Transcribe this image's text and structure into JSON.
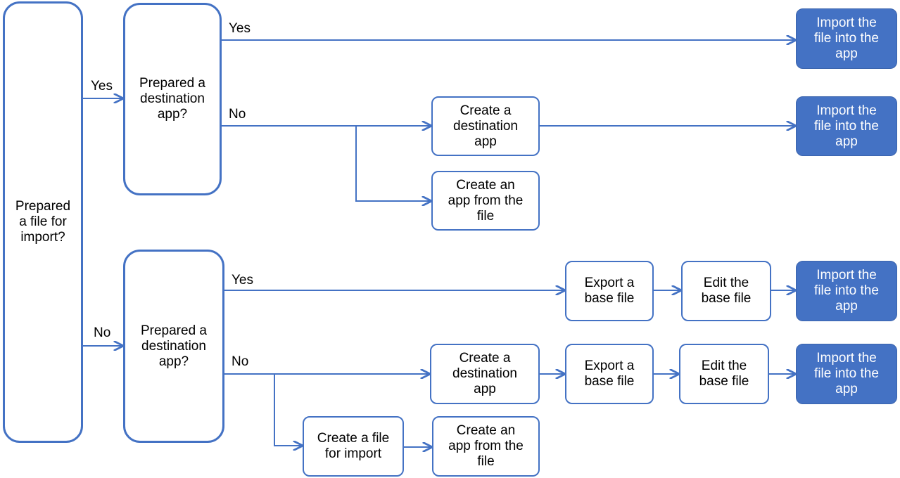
{
  "colors": {
    "accent": "#4472c4",
    "final_fill": "#4472c4",
    "final_text": "#ffffff"
  },
  "nodes": {
    "root": "Prepared\na file for\nimport?",
    "dest_q_top": "Prepared a\ndestination\napp?",
    "dest_q_bottom": "Prepared a\ndestination\napp?",
    "import_1": "Import the\nfile into the\napp",
    "create_dest_1": "Create a\ndestination\napp",
    "import_2": "Import the\nfile into the\napp",
    "create_from_file_1": "Create an\napp from the\nfile",
    "export_1": "Export a\nbase file",
    "edit_1": "Edit the\nbase file",
    "import_3": "Import the\nfile into the\napp",
    "create_dest_2": "Create a\ndestination\napp",
    "export_2": "Export a\nbase file",
    "edit_2": "Edit the\nbase file",
    "import_4": "Import the\nfile into the\napp",
    "create_file": "Create a file\nfor import",
    "create_from_file_2": "Create an\napp from the\nfile"
  },
  "labels": {
    "root_yes": "Yes",
    "root_no": "No",
    "top_yes": "Yes",
    "top_no": "No",
    "bottom_yes": "Yes",
    "bottom_no": "No"
  }
}
